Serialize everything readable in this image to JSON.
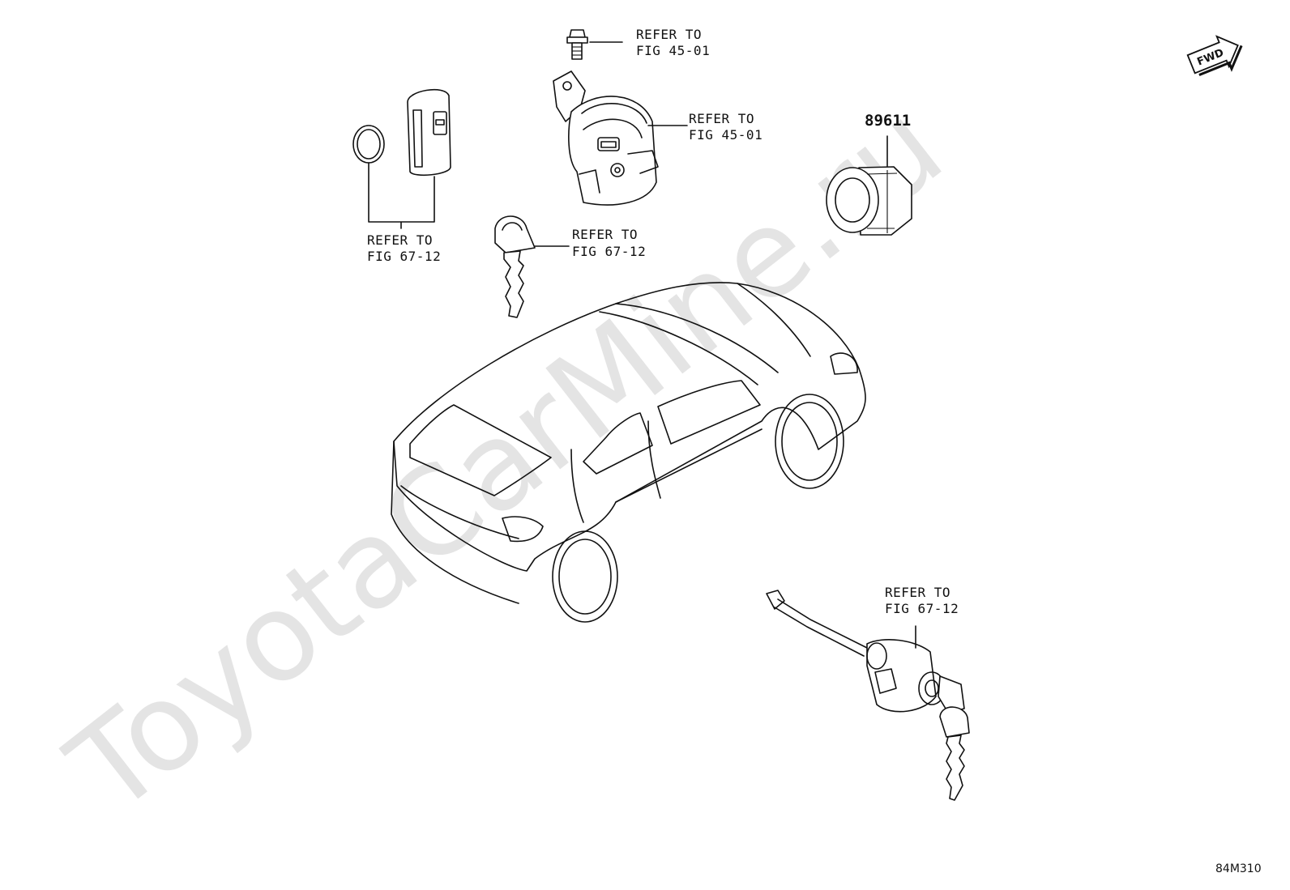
{
  "watermark": "ToyotaCarMine.ru",
  "fwd_badge": "FWD",
  "diagram_code": "84M310",
  "callouts": {
    "bolt_ref": [
      "REFER TO",
      "FIG 45-01"
    ],
    "ignition_ref": [
      "REFER TO",
      "FIG 45-01"
    ],
    "smart_key_ref": [
      "REFER TO",
      "FIG 67-12"
    ],
    "mech_key_ref": [
      "REFER TO",
      "FIG 67-12"
    ],
    "door_lock_ref": [
      "REFER TO",
      "FIG 67-12"
    ]
  },
  "part_numbers": {
    "push_start_switch": "89611"
  }
}
